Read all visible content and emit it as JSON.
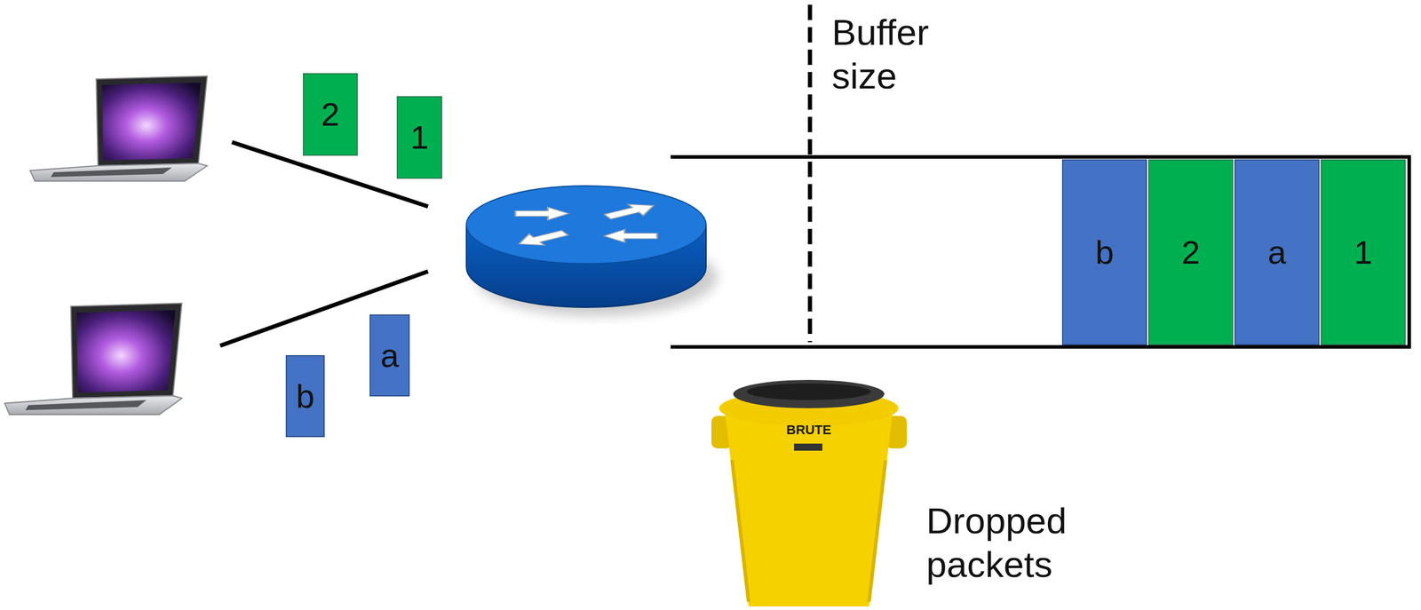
{
  "diagram": {
    "nodes": [
      {
        "text": [
          "2"
        ]
      },
      {
        "text": [
          "1"
        ]
      },
      {
        "text": [
          "a"
        ]
      },
      {
        "text": [
          "b"
        ]
      },
      {
        "text": [
          "b"
        ]
      },
      {
        "text": [
          "2"
        ]
      },
      {
        "text": [
          "a"
        ]
      },
      {
        "text": [
          "1"
        ]
      }
    ],
    "labels": [
      "Buffer size",
      "Dropped packets",
      "BRUTE"
    ]
  }
}
